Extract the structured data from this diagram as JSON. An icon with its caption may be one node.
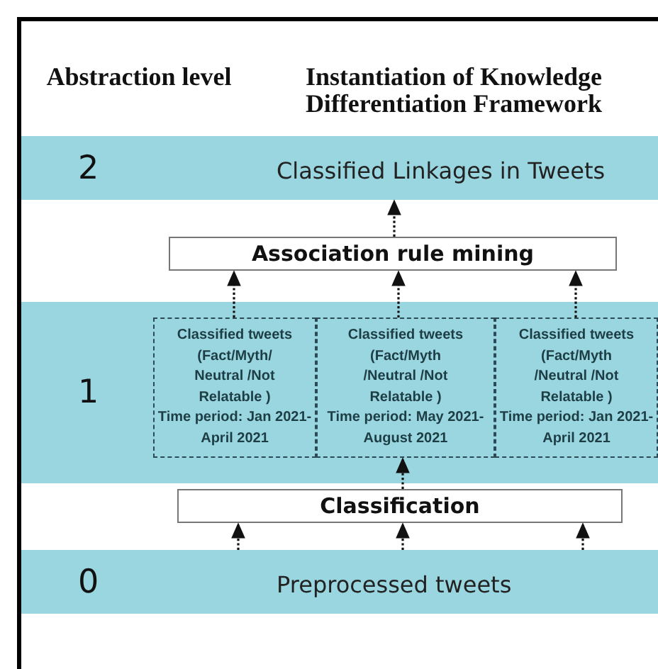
{
  "diagram": {
    "nodes": [
      {
        "text": [
          "2",
          "Classified Linkages in Tweets"
        ]
      },
      {
        "text": [
          "Association rule mining"
        ]
      },
      {
        "text": [
          "1"
        ]
      },
      {
        "text": [
          "Classified tweets (Fact/Myth/ Neutral /Not Relatable )",
          "Time period: Jan 2021-April 2021"
        ],
        "in": 2
      },
      {
        "text": [
          "Classified tweets (Fact/Myth /Neutral /Not Relatable )",
          "Time period: May 2021-August 2021"
        ],
        "in": 2
      },
      {
        "text": [
          "Classified tweets (Fact/Myth /Neutral /Not Relatable )",
          "Time period: Jan 2021-April 2021"
        ],
        "in": 2
      },
      {
        "text": [
          "Classification"
        ]
      },
      {
        "text": [
          "0",
          "Preprocessed tweets"
        ]
      }
    ],
    "edges": [
      {
        "from": 1,
        "to": 0,
        "arrow": "to",
        "style": "dashed"
      },
      {
        "from": 3,
        "to": 1,
        "arrow": "to",
        "style": "dashed"
      },
      {
        "from": 4,
        "to": 1,
        "arrow": "to",
        "style": "dashed"
      },
      {
        "from": 5,
        "to": 1,
        "arrow": "to",
        "style": "dashed"
      },
      {
        "from": 6,
        "to": 4,
        "arrow": "to",
        "style": "dashed"
      },
      {
        "from": 7,
        "to": 6,
        "arrow": "to",
        "style": "dashed"
      },
      {
        "from": 7,
        "to": 6,
        "arrow": "to",
        "style": "dashed"
      },
      {
        "from": 7,
        "to": 6,
        "arrow": "to",
        "style": "dashed"
      }
    ],
    "labels": [
      "Abstraction level",
      "Instantiation of Knowledge Differentiation Framework"
    ]
  }
}
